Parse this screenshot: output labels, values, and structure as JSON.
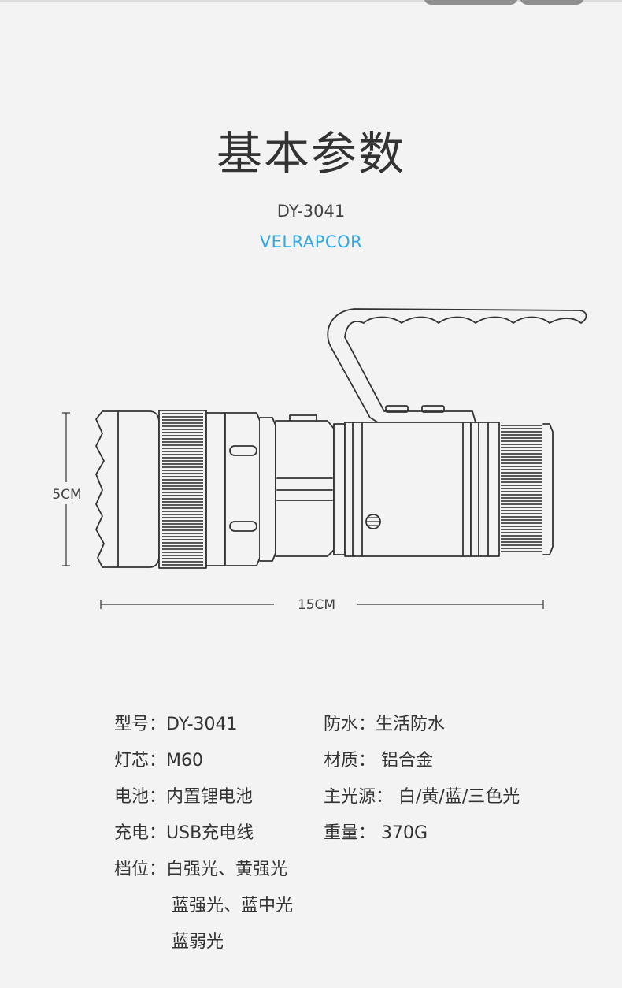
{
  "page": {
    "title": "基本参数",
    "model": "DY-3041",
    "brand": "VELRAPCOR"
  },
  "dimensions": {
    "height_label": "5CM",
    "length_label": "15CM"
  },
  "specs": {
    "left": [
      {
        "label": "型号：",
        "value": "DY-3041"
      },
      {
        "label": "灯芯：",
        "value": "M60"
      },
      {
        "label": "电池：",
        "value": "内置锂电池"
      },
      {
        "label": "充电：",
        "value": "USB充电线"
      },
      {
        "label": "档位：",
        "value": "白强光、黄强光"
      }
    ],
    "modes_continued": [
      "蓝强光、蓝中光",
      "蓝弱光"
    ],
    "right": [
      {
        "label": "防水：",
        "value": "生活防水"
      },
      {
        "label": "材质：",
        "value": " 铝合金"
      },
      {
        "label": "主光源：",
        "value": " 白/黄/蓝/三色光"
      },
      {
        "label": "重量：",
        "value": " 370G"
      }
    ]
  },
  "colors": {
    "background": "#f3f3f3",
    "text": "#333333",
    "brand_accent": "#2ea8df",
    "line_art": "#333333"
  }
}
